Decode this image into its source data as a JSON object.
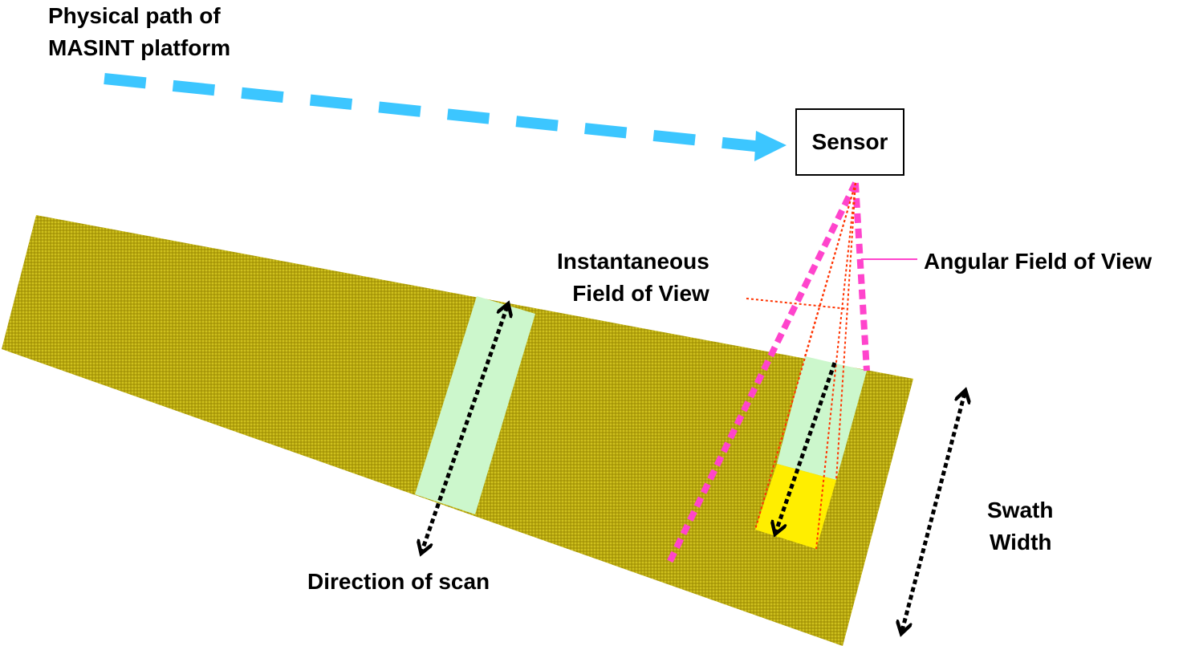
{
  "labels": {
    "platform_path_line1": "Physical path of",
    "platform_path_line2": "MASINT platform",
    "sensor": "Sensor",
    "ifov_line1": "Instantaneous",
    "ifov_line2": "Field of View",
    "afov": "Angular Field of View",
    "direction_of_scan": "Direction of scan",
    "swath_line1": "Swath",
    "swath_line2": "Width"
  },
  "colors": {
    "ground": "#b5a50e",
    "ground_dots": "#e0d42a",
    "scan_strip": "#ccf7cc",
    "ifov_patch": "#ffee00",
    "platform_path": "#3cc6ff",
    "afov_lines": "#ff44cc",
    "ifov_lines": "#ff3300",
    "arrows": "#000000"
  }
}
